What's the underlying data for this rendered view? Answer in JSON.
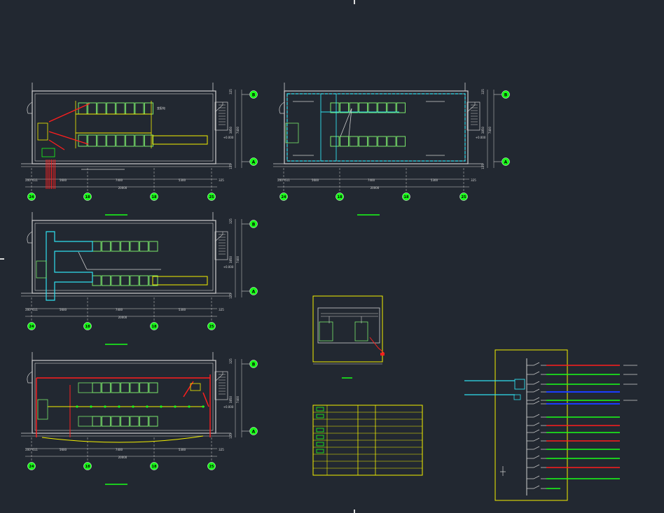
{
  "drawing": {
    "plans": [
      {
        "name": "plan-1"
      },
      {
        "name": "plan-2"
      },
      {
        "name": "plan-3"
      },
      {
        "name": "plan-4"
      }
    ],
    "axis_labels": {
      "top": "B",
      "bottom": "A"
    },
    "bottom_axis_numbers": [
      "24",
      "18",
      "18",
      "25"
    ],
    "dims": {
      "total": "20000",
      "seg": [
        "200",
        "611",
        "5600",
        "7400",
        "5300",
        "325"
      ],
      "side_total": "7400",
      "side_parts": [
        "325",
        "3850",
        "125"
      ]
    },
    "elev_tag": "+0.000",
    "room_label": "变配电"
  },
  "colors": {
    "bg": "#222831",
    "wall": "#cfcfcf",
    "cabinet": "#7ae86b",
    "red": "#ff1e1e",
    "yellow": "#f4f000",
    "cyan": "#2fe0f0",
    "green": "#19ff19",
    "blue": "#1b3cff"
  }
}
